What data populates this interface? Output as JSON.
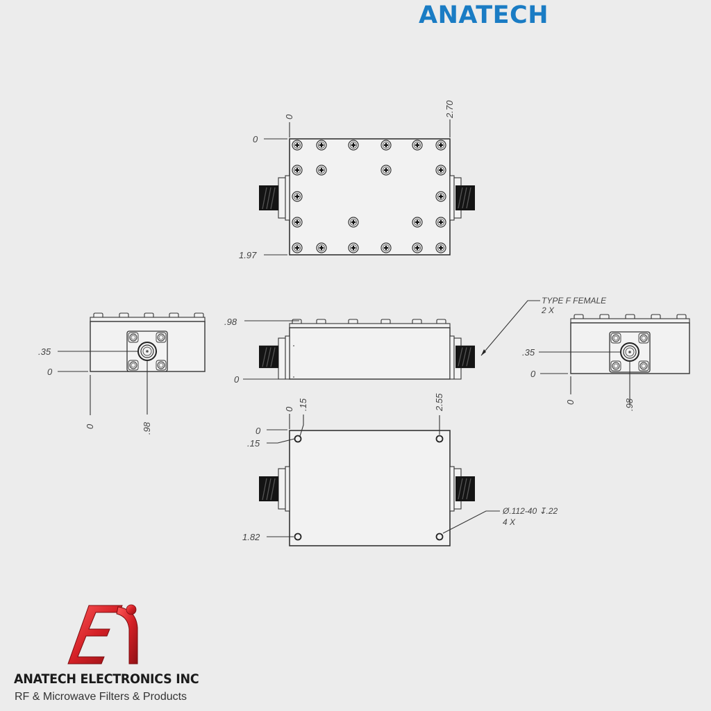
{
  "brand": {
    "title": "ANATECH",
    "title_color": "#1a7cc4",
    "company_name": "ANATECH ELECTRONICS INC",
    "tagline": "RF & Microwave Filters & Products",
    "logo_mark": "EI",
    "logo_color": "#d42026"
  },
  "drawing": {
    "line_color": "#333333",
    "background": "#ececec",
    "top_view": {
      "dims": {
        "x_origin": "0",
        "x_end": "2.70",
        "y_origin": "0",
        "y_end": "1.97"
      },
      "screw_rows": [
        [
          0,
          1,
          2,
          3,
          4,
          5
        ],
        [
          0,
          1,
          3,
          5
        ],
        [
          0,
          5
        ],
        [
          0,
          2,
          4,
          5
        ],
        [
          0,
          1,
          2,
          3,
          4,
          5
        ]
      ]
    },
    "left_end_view": {
      "dims": {
        "height_035": ".35",
        "y_origin": "0",
        "x_origin": "0",
        "x_098": ".98"
      }
    },
    "side_view": {
      "dims": {
        "height": ".98",
        "y_origin": "0"
      }
    },
    "right_end_view": {
      "dims": {
        "height_035": ".35",
        "y_origin": "0",
        "x_origin": "0",
        "x_098": ".98"
      },
      "callout": {
        "line1": "TYPE F FEMALE",
        "line2": "2 X"
      }
    },
    "bottom_view": {
      "dims": {
        "x_origin": "0",
        "x_015": ".15",
        "x_255": "2.55",
        "y_origin": "0",
        "y_015": ".15",
        "y_182": "1.82"
      },
      "callout": {
        "line1": "Ø.112-40 ↧.22",
        "line2": "4 X"
      }
    }
  }
}
